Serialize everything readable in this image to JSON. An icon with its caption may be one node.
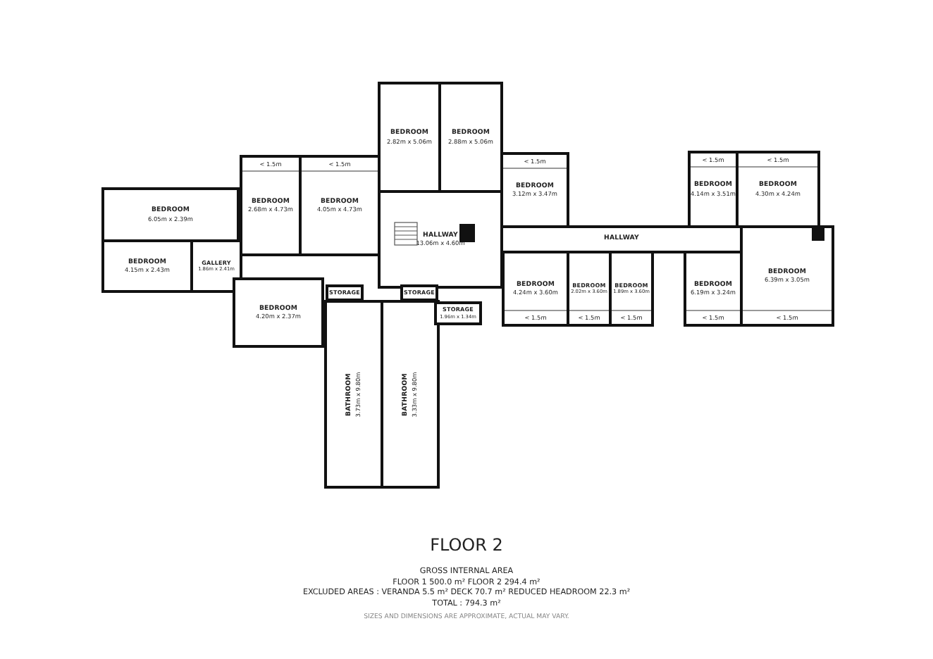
{
  "diagram": {
    "title": "FLOOR 2",
    "nodes": [
      {
        "text": [
          "BEDROOM",
          "6.05m x 2.39m"
        ]
      },
      {
        "text": [
          "BEDROOM",
          "4.15m x 2.43m"
        ]
      },
      {
        "text": [
          "GALLERY",
          "1.86m x 2.41m"
        ]
      },
      {
        "text": [
          "< 1.5m",
          "BEDROOM",
          "2.68m x 4.73m"
        ]
      },
      {
        "text": [
          "< 1.5m",
          "BEDROOM",
          "4.05m x 4.73m"
        ]
      },
      {
        "text": [
          "BEDROOM",
          "2.82m x 5.06m"
        ]
      },
      {
        "text": [
          "BEDROOM",
          "2.88m x 5.06m"
        ]
      },
      {
        "text": [
          "< 1.5m",
          "BEDROOM",
          "3.12m x 3.47m"
        ]
      },
      {
        "text": [
          "HALLWAY",
          "13.06m x 4.60m"
        ]
      },
      {
        "text": [
          "HALLWAY"
        ]
      },
      {
        "text": [
          "BEDROOM",
          "4.24m x 3.60m",
          "< 1.5m"
        ]
      },
      {
        "text": [
          "BEDROOM",
          "2.02m x 3.60m",
          "< 1.5m"
        ]
      },
      {
        "text": [
          "BEDROOM",
          "1.89m x 3.60m",
          "< 1.5m"
        ]
      },
      {
        "text": [
          "BEDROOM",
          "6.19m x 3.24m",
          "< 1.5m"
        ]
      },
      {
        "text": [
          "< 1.5m",
          "BEDROOM",
          "4.14m x 3.51m"
        ]
      },
      {
        "text": [
          "< 1.5m",
          "BEDROOM",
          "4.30m x 4.24m"
        ]
      },
      {
        "text": [
          "BEDROOM",
          "6.39m x 3.05m",
          "< 1.5m"
        ]
      },
      {
        "text": [
          "BEDROOM",
          "4.20m x 2.37m"
        ]
      },
      {
        "text": [
          "STORAGE"
        ]
      },
      {
        "text": [
          "BATHROOM",
          "3.73m x 9.80m"
        ]
      },
      {
        "text": [
          "STORAGE"
        ]
      },
      {
        "text": [
          "BATHROOM",
          "3.33m x 9.80m"
        ]
      },
      {
        "text": [
          "STORAGE",
          "1.96m x 1.34m"
        ]
      }
    ],
    "labels": [
      "GROSS INTERNAL AREA",
      "FLOOR 1 500.0 m² FLOOR 2 294.4 m²",
      "EXCLUDED AREAS : VERANDA 5.5 m² DECK 70.7 m² REDUCED HEADROOM 22.3 m²",
      "TOTAL : 794.3 m²",
      "SIZES AND DIMENSIONS ARE APPROXIMATE, ACTUAL MAY VARY."
    ]
  }
}
